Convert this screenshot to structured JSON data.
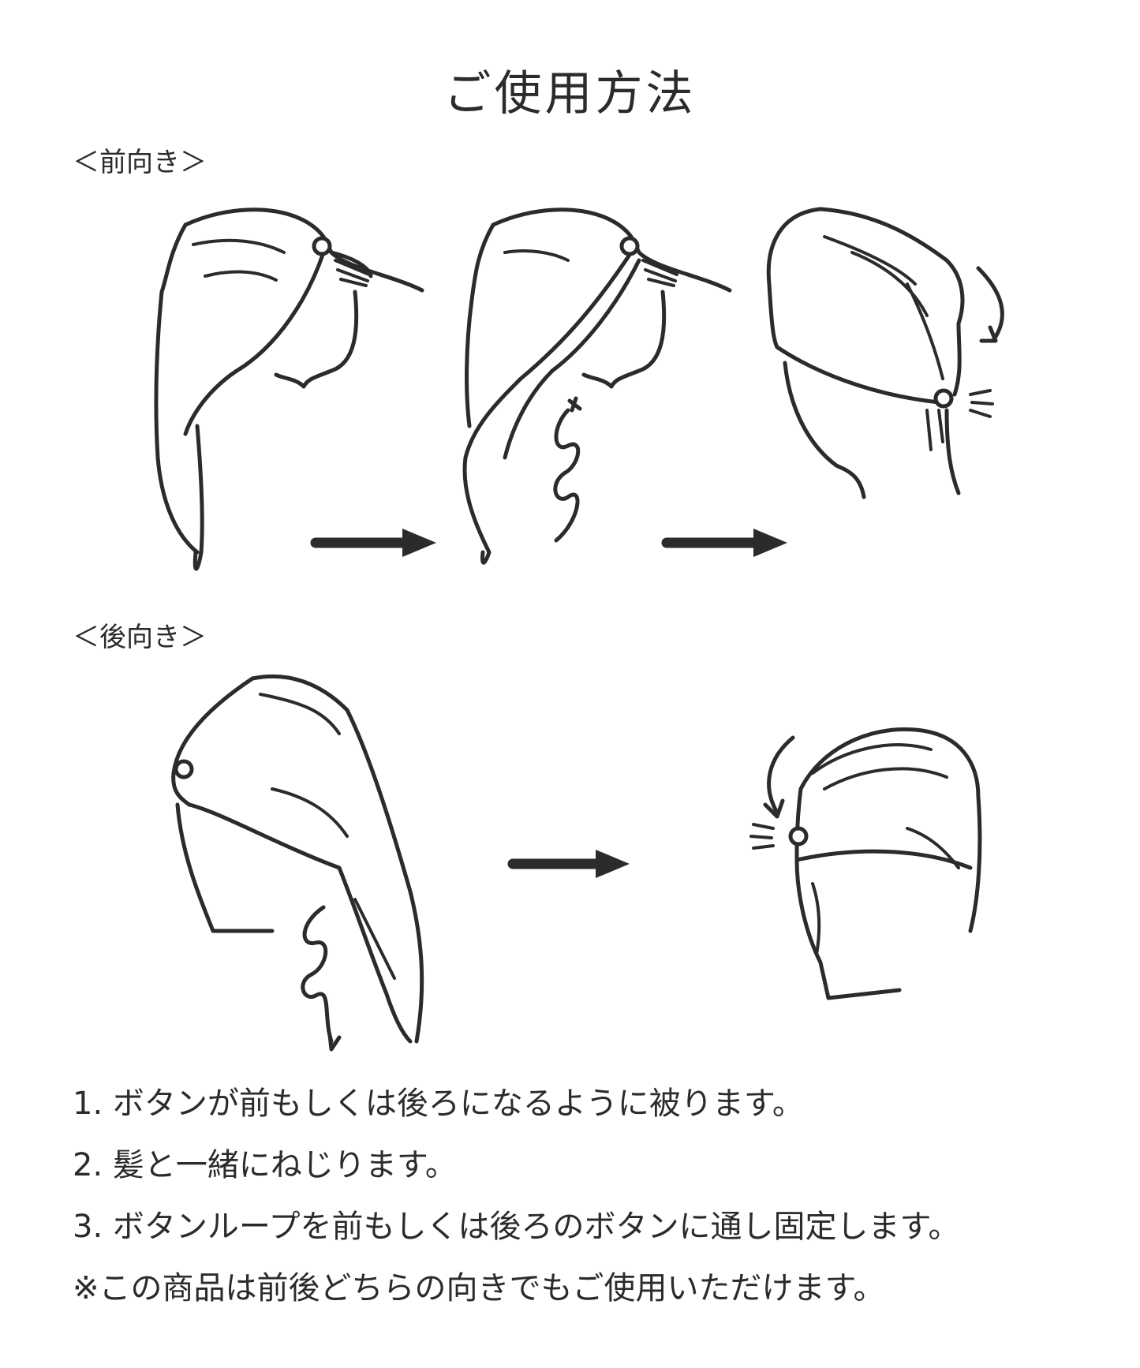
{
  "title": "ご使用方法",
  "sections": {
    "front_label": "＜前向き＞",
    "back_label": "＜後向き＞"
  },
  "steps": [
    "1. ボタンが前もしくは後ろになるように被ります。",
    "2. 髪と一緒にねじります。",
    "3. ボタンループを前もしくは後ろのボタンに通し固定します。",
    "※この商品は前後どちらの向きでもご使用いただけます。"
  ],
  "colors": {
    "ink": "#2b2b2b",
    "background": "#ffffff"
  }
}
